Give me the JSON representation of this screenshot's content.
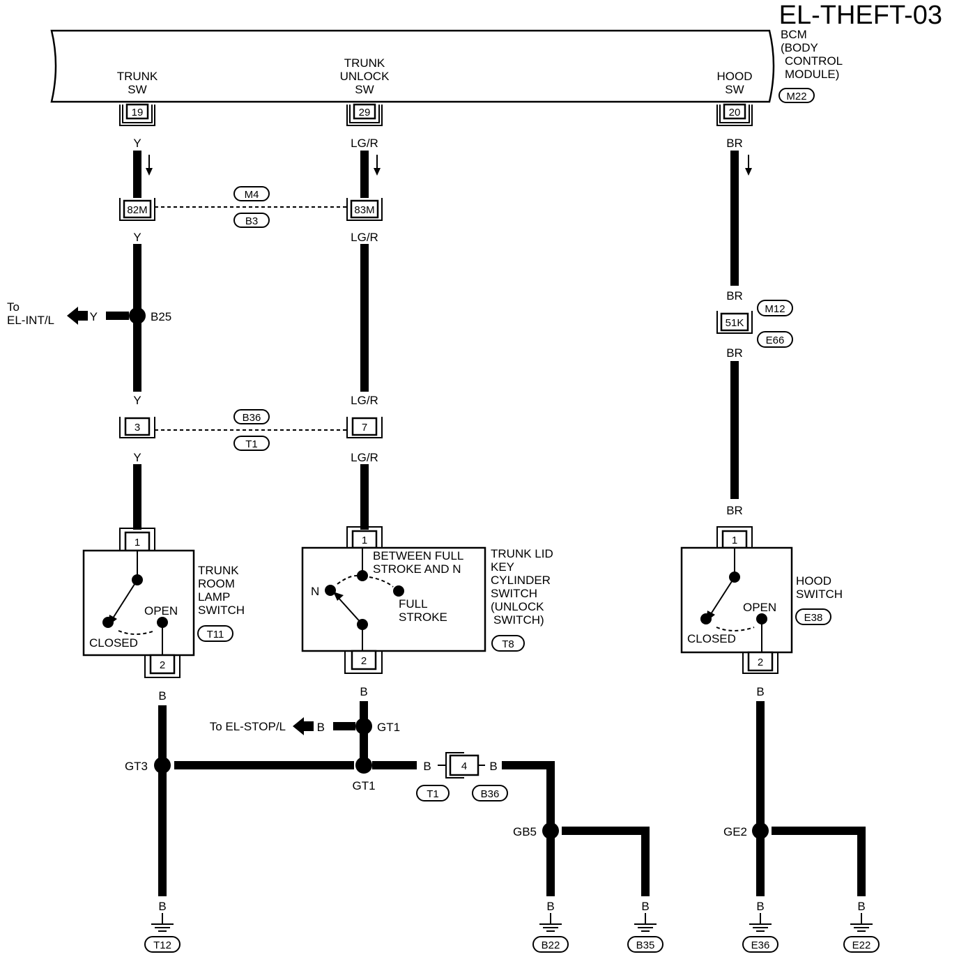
{
  "title": "EL-THEFT-03",
  "bcm": {
    "name_lines": [
      "BCM",
      "(BODY",
      "CONTROL",
      "MODULE)"
    ],
    "connector": "M22",
    "terminals": [
      {
        "label_lines": [
          "TRUNK",
          "SW"
        ],
        "pin": "19"
      },
      {
        "label_lines": [
          "TRUNK",
          "UNLOCK",
          "SW"
        ],
        "pin": "29"
      },
      {
        "label_lines": [
          "HOOD",
          "SW"
        ],
        "pin": "20"
      }
    ]
  },
  "wire_colors": {
    "trunk": "Y",
    "unlock": "LG/R",
    "hood": "BR",
    "ground": "B"
  },
  "inline_connectors": {
    "upper": {
      "left_pin": "82M",
      "right_pin": "83M",
      "connectors": [
        "M4",
        "B3"
      ]
    },
    "lower": {
      "left_pin": "3",
      "right_pin": "7",
      "connectors": [
        "B36",
        "T1"
      ]
    },
    "hood": {
      "pin": "51K",
      "connectors": [
        "M12",
        "E66"
      ]
    },
    "ground": {
      "pin": "4",
      "connectors": [
        "T1",
        "B36"
      ]
    }
  },
  "branches": {
    "int_lamp": {
      "text_lines": [
        "To",
        "EL-INT/L"
      ],
      "wire": "Y",
      "splice": "B25"
    },
    "stop_lamp": {
      "text": "To EL-STOP/L",
      "wire": "B",
      "splice": "GT1"
    }
  },
  "switches": {
    "trunk_room": {
      "name_lines": [
        "TRUNK",
        "ROOM",
        "LAMP",
        "SWITCH"
      ],
      "connector": "T11",
      "pin_top": "1",
      "pin_bottom": "2",
      "open": "OPEN",
      "closed": "CLOSED"
    },
    "trunk_lid": {
      "name_lines": [
        "TRUNK LID",
        "KEY",
        "CYLINDER",
        "SWITCH",
        "(UNLOCK",
        "SWITCH)"
      ],
      "connector": "T8",
      "pin_top": "1",
      "pin_bottom": "2",
      "pos_between_lines": [
        "BETWEEN FULL",
        "STROKE AND N"
      ],
      "pos_n": "N",
      "pos_full_lines": [
        "FULL",
        "STROKE"
      ]
    },
    "hood": {
      "name_lines": [
        "HOOD",
        "SWITCH"
      ],
      "connector": "E38",
      "pin_top": "1",
      "pin_bottom": "2",
      "open": "OPEN",
      "closed": "CLOSED"
    }
  },
  "splices": {
    "gt3": "GT3",
    "gt1": "GT1",
    "gb5": "GB5",
    "ge2": "GE2"
  },
  "grounds": [
    "T12",
    "B22",
    "B35",
    "E36",
    "E22"
  ]
}
